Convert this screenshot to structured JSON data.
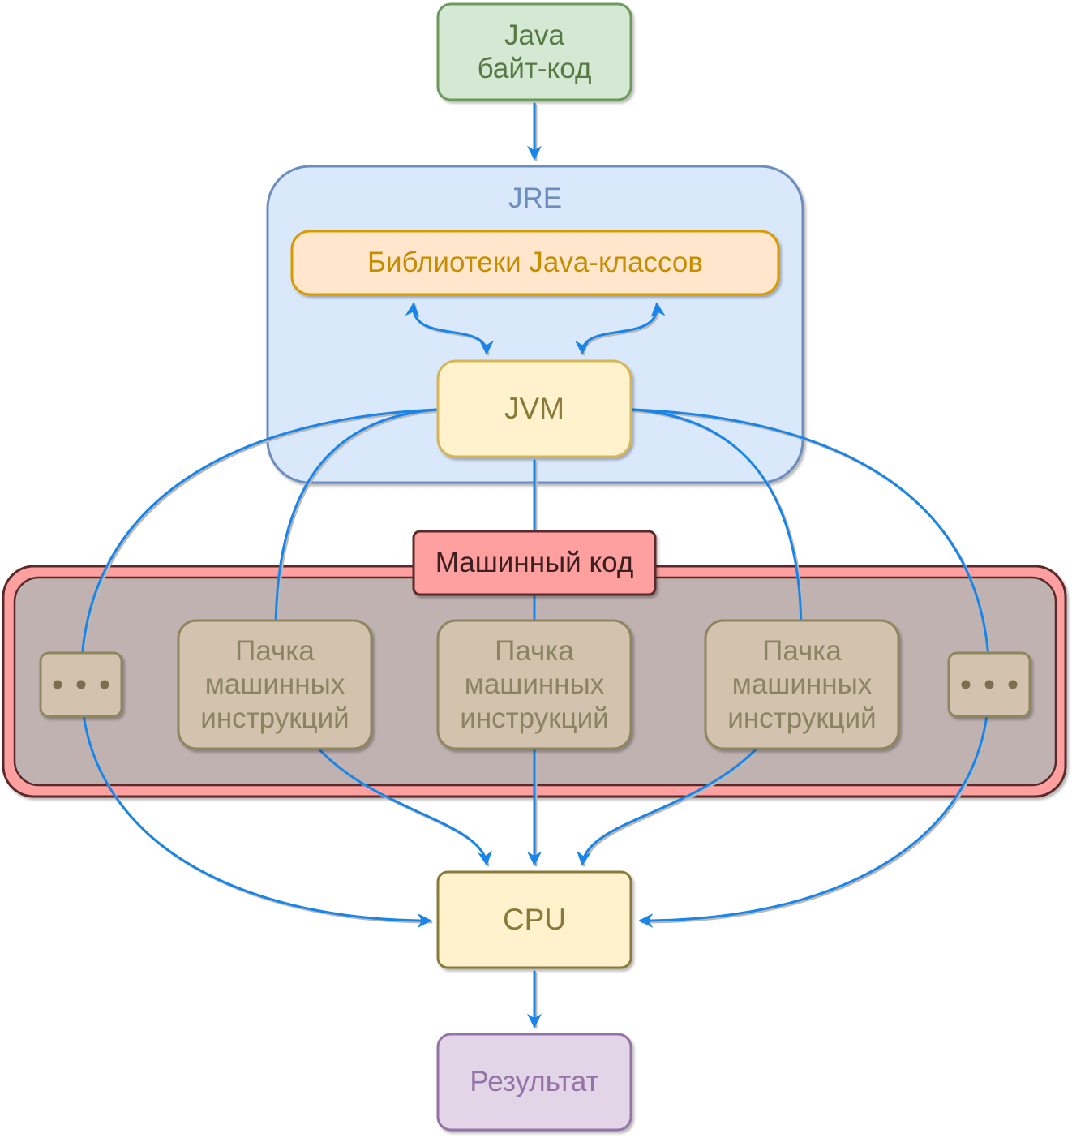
{
  "nodes": {
    "bytecode": {
      "line1": "Java",
      "line2": "байт-код"
    },
    "jre": {
      "label": "JRE"
    },
    "libraries": {
      "label": "Библиотеки Java-классов"
    },
    "jvm": {
      "label": "JVM"
    },
    "machine_code": {
      "label": "Машинный код"
    },
    "batches": [
      {
        "line1": "Пачка",
        "line2": "машинных",
        "line3": "инструкций"
      },
      {
        "line1": "Пачка",
        "line2": "машинных",
        "line3": "инструкций"
      },
      {
        "line1": "Пачка",
        "line2": "машинных",
        "line3": "инструкций"
      }
    ],
    "ellipsis_left": {
      "icon": "ellipsis-icon"
    },
    "ellipsis_right": {
      "icon": "ellipsis-icon"
    },
    "cpu": {
      "label": "CPU"
    },
    "result": {
      "label": "Результат"
    }
  },
  "colors": {
    "arrow": "#1a85e8",
    "bytecode_fill": "#d5e8d4",
    "bytecode_stroke": "#6d9a5b",
    "bytecode_text": "#577a44",
    "jre_fill": "#dae8fc",
    "jre_stroke": "#6c8ebf",
    "jre_text": "#6c8ebf",
    "lib_fill": "#ffe6cc",
    "lib_stroke": "#d79b00",
    "lib_text": "#c58d00",
    "jvm_fill": "#fff2cc",
    "jvm_stroke": "#d6b656",
    "jvm_text": "#8a7a3a",
    "machine_fill": "#ffa0a0",
    "machine_stroke": "#5a2a2a",
    "machine_inner": "#bfb2b0",
    "machine_label_text": "#3d1f1f",
    "batch_fill": "#d2c2ae",
    "batch_stroke": "#8f8660",
    "batch_text": "#8a8462",
    "cpu_fill": "#fff2cc",
    "cpu_stroke": "#8a7a3a",
    "cpu_text": "#8a7a3a",
    "result_fill": "#e1d5e7",
    "result_stroke": "#9673a6",
    "result_text": "#9673a6"
  }
}
